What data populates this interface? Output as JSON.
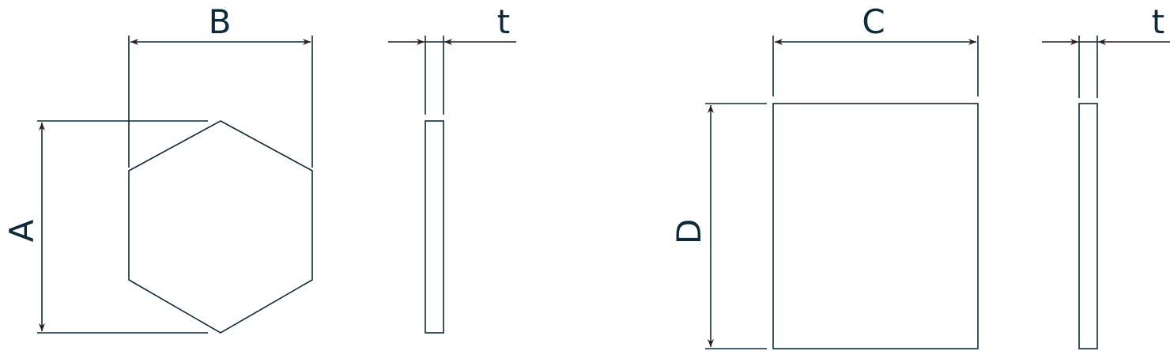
{
  "labels": {
    "hex_height": "A",
    "hex_width": "B",
    "hex_thickness": "t",
    "rect_width": "C",
    "rect_height": "D",
    "rect_thickness": "t"
  },
  "colors": {
    "line": "#0f2a3a",
    "arrow": "#2b1d1d"
  }
}
